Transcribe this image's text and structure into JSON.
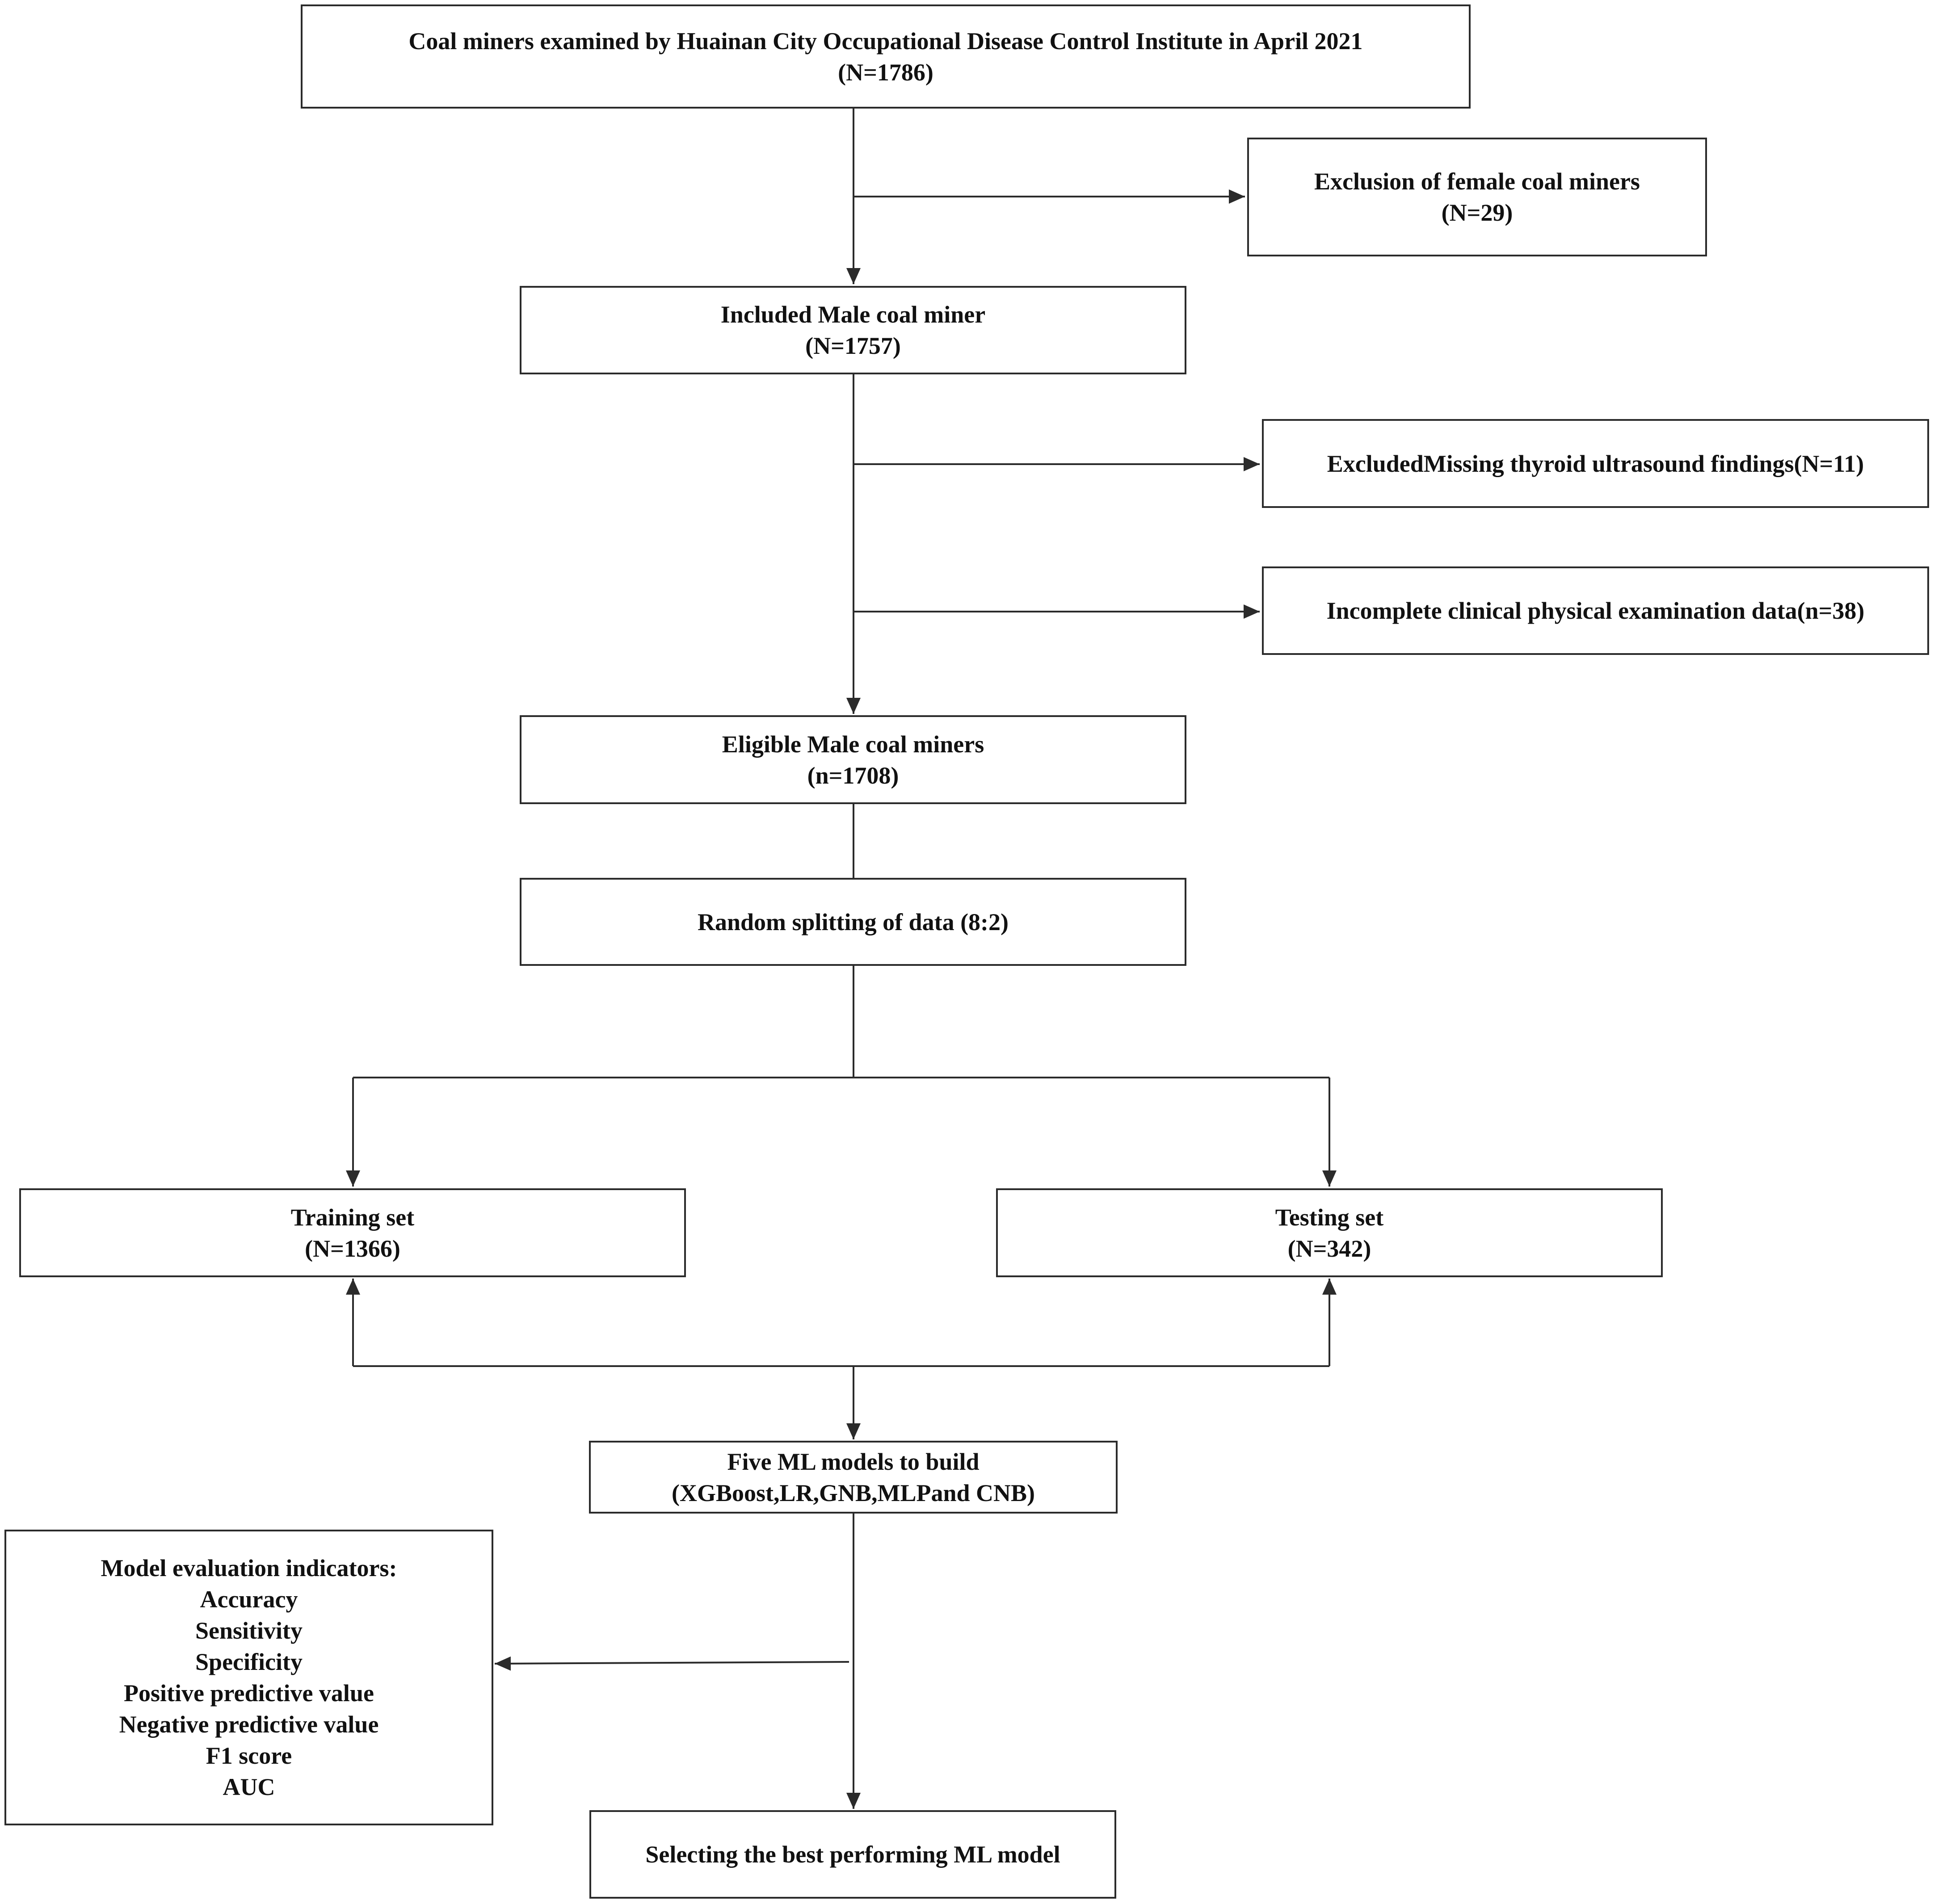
{
  "boxes": {
    "cohort": {
      "line1": "Coal miners examined by Huainan City Occupational Disease Control Institute in April 2021",
      "line2": "(N=1786)"
    },
    "excl_female": {
      "line1": "Exclusion of female coal miners",
      "line2": "(N=29)"
    },
    "included_male": {
      "line1": "Included Male coal miner",
      "line2": "(N=1757)"
    },
    "excl_ultrasound": {
      "line1": "ExcludedMissing thyroid ultrasound findings(N=11)"
    },
    "excl_incomplete": {
      "line1": "Incomplete clinical physical examination data(n=38)"
    },
    "eligible": {
      "line1": "Eligible Male coal miners",
      "line2": "(n=1708)"
    },
    "split": {
      "line1": "Random splitting of data (8:2)"
    },
    "training": {
      "line1": "Training set",
      "line2": "(N=1366)"
    },
    "testing": {
      "line1": "Testing set",
      "line2": "(N=342)"
    },
    "models": {
      "line1": "Five ML models to build",
      "line2": "(XGBoost,LR,GNB,MLPand CNB)"
    },
    "evaluation": {
      "title": "Model evaluation indicators:",
      "items": [
        "Accuracy",
        "Sensitivity",
        "Specificity",
        "Positive predictive value",
        "Negative predictive value",
        "F1 score",
        "AUC"
      ]
    },
    "best": {
      "line1": "Selecting the best performing ML model"
    }
  },
  "colors": {
    "line": "#2b2b2b",
    "text": "#111111",
    "background": "#ffffff"
  }
}
